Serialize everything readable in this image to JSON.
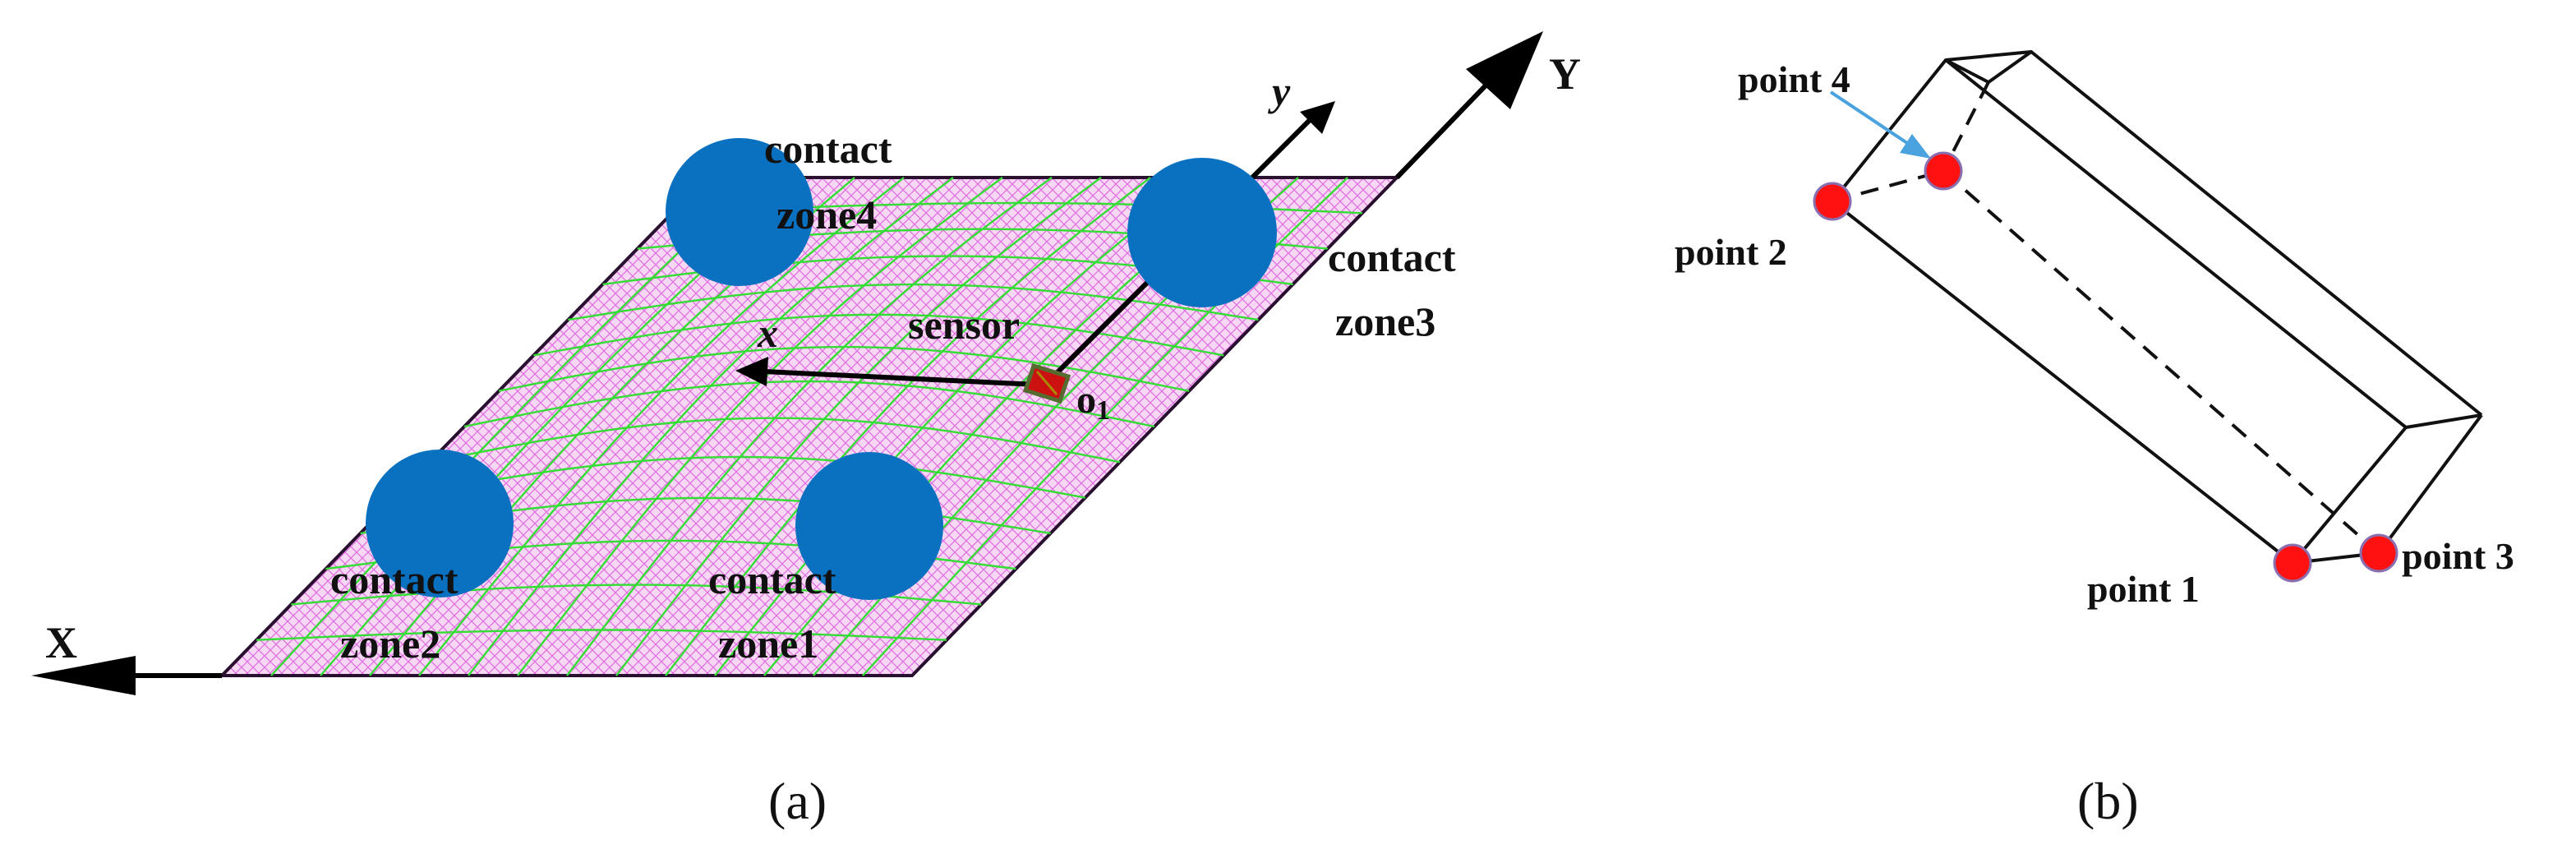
{
  "panel_a": {
    "caption": "(a)",
    "axis_X": "X",
    "axis_Y": "Y",
    "axis_x": "x",
    "axis_y": "y",
    "origin": "o",
    "origin_sub": "1",
    "sensor": "sensor",
    "zones": {
      "zone1": [
        "contact",
        "zone1"
      ],
      "zone2": [
        "contact",
        "zone2"
      ],
      "zone3": [
        "contact",
        "zone3"
      ],
      "zone4": [
        "contact",
        "zone4"
      ]
    },
    "colors": {
      "plate_fill": "#f7d8f4",
      "hatch": "#e070e0",
      "mesh": "#33dd33",
      "contact": "#0a70c0",
      "sensor_fill": "#cc1111",
      "sensor_outline": "#556b2f"
    }
  },
  "panel_b": {
    "caption": "(b)",
    "points": {
      "p1": "point 1",
      "p2": "point 2",
      "p3": "point 3",
      "p4": "point 4"
    },
    "colors": {
      "point": "#ff1111",
      "point_outline": "#8a6fb0",
      "arrow": "#4aa3df"
    }
  }
}
